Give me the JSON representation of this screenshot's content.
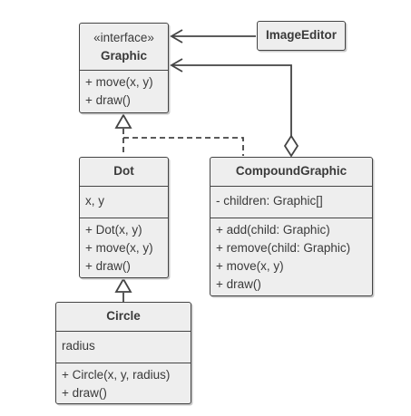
{
  "classes": {
    "graphic": {
      "stereotype": "«interface»",
      "name": "Graphic",
      "methods": [
        "+ move(x, y)",
        "+ draw()"
      ]
    },
    "image_editor": {
      "name": "ImageEditor"
    },
    "dot": {
      "name": "Dot",
      "fields": [
        "x, y"
      ],
      "methods": [
        "+ Dot(x, y)",
        "+ move(x, y)",
        "+ draw()"
      ]
    },
    "compound_graphic": {
      "name": "CompoundGraphic",
      "fields": [
        "- children: Graphic[]"
      ],
      "methods": [
        "+ add(child: Graphic)",
        "+ remove(child: Graphic)",
        "+ move(x, y)",
        "+ draw()"
      ]
    },
    "circle": {
      "name": "Circle",
      "fields": [
        "radius"
      ],
      "methods": [
        "+ Circle(x, y, radius)",
        "+ draw()"
      ]
    }
  },
  "colors": {
    "box_fill": "#eeeeee",
    "stroke": "#444444",
    "text": "#3a3a3a"
  }
}
